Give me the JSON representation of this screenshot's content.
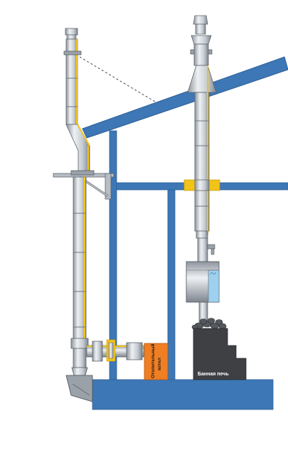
{
  "diagram": {
    "labels": {
      "boiler_line1": "Отопительный",
      "boiler_line2": "котел",
      "stove": "Банная печь"
    },
    "colors": {
      "structure": "#3d77b5",
      "structure_edge": "#2e5f95",
      "pipe": "#c7cdd3",
      "pipe_edge": "#6f7780",
      "insulation": "#f2c318",
      "boiler": "#f07e22",
      "stove": "#3e4043",
      "water": "#9fd0ee"
    }
  }
}
